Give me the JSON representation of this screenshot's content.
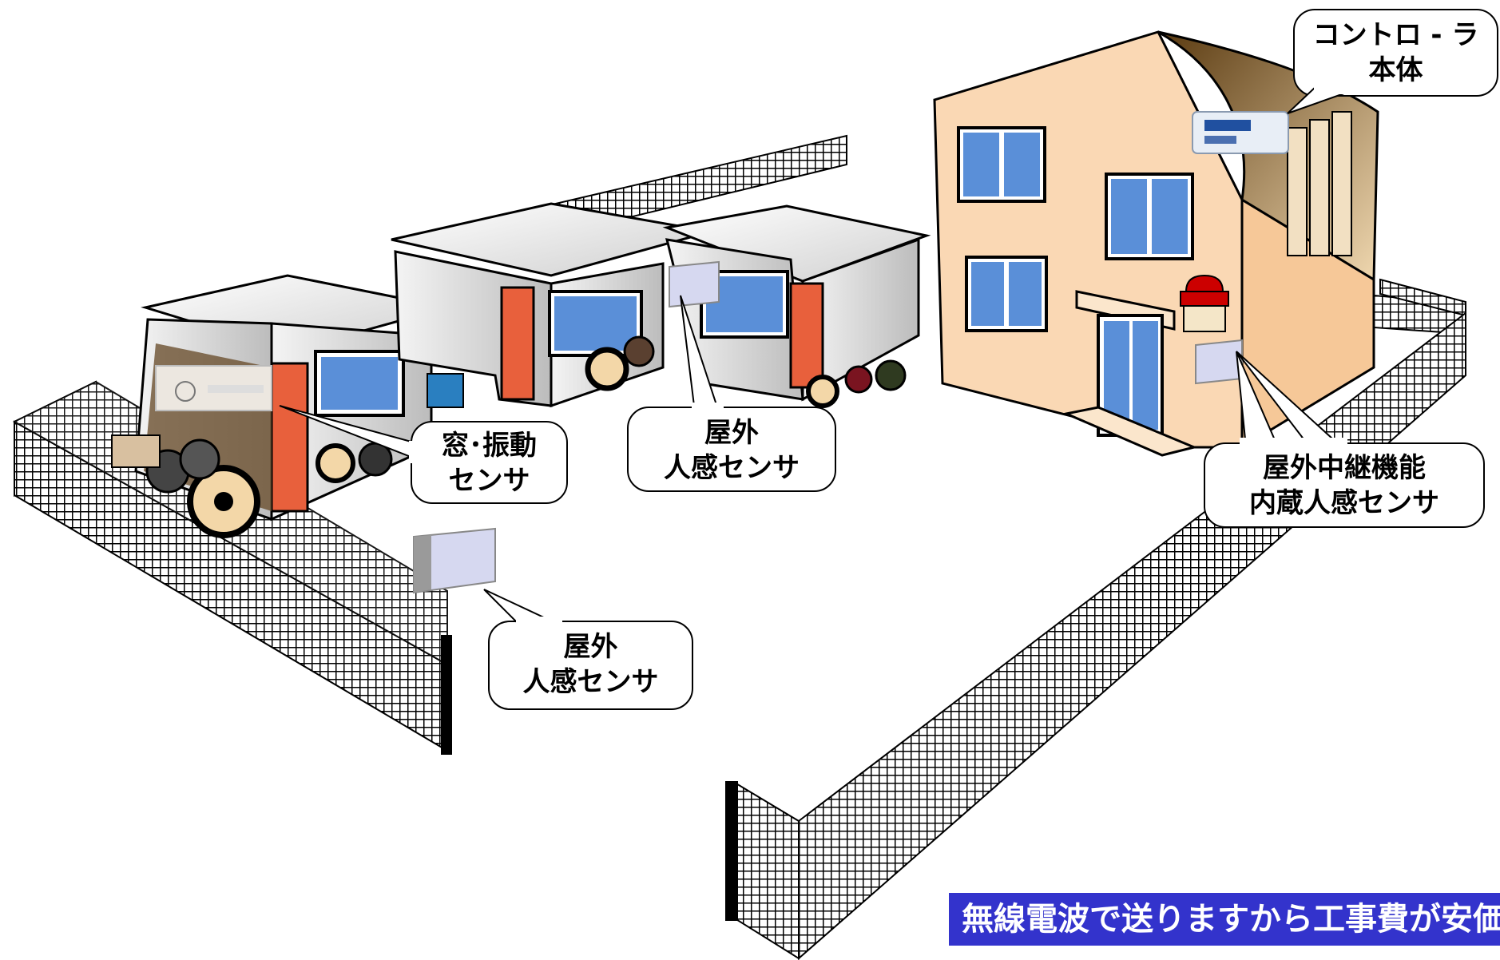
{
  "callouts": {
    "controller": {
      "line1": "コントロ - ラ",
      "line2": "本体"
    },
    "window_vibration": {
      "line1": "窓･振動",
      "line2": "センサ"
    },
    "outdoor_motion_top": {
      "line1": "屋外",
      "line2": "人感センサ"
    },
    "outdoor_motion_bottom": {
      "line1": "屋外",
      "line2": "人感センサ"
    },
    "relay_motion": {
      "line1": "屋外中継機能",
      "line2": "内蔵人感センサ"
    }
  },
  "banner": {
    "text": "無線電波で送りますから工事費が安価"
  },
  "colors": {
    "banner_bg": "#3333cc",
    "wall": "#fad8b4",
    "door": "#e8603c",
    "window_glass": "#5a8fd8",
    "alarm_lamp": "#cc0000"
  },
  "icons": [
    "fence",
    "shed",
    "building",
    "controller-device",
    "window-sensor",
    "motion-sensor",
    "alarm-lamp",
    "cable-reel"
  ]
}
